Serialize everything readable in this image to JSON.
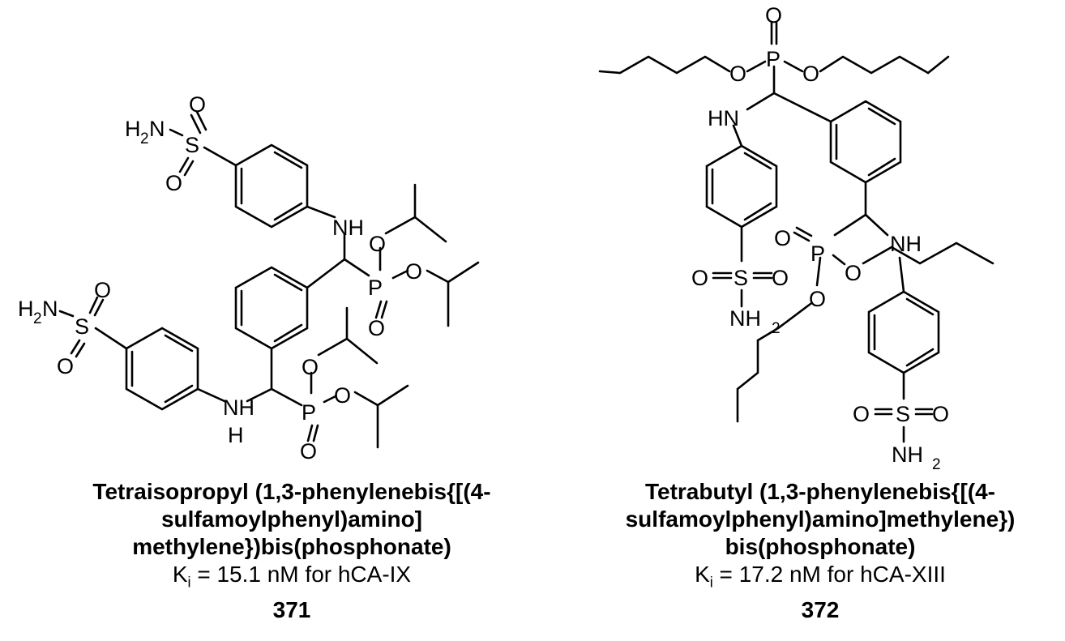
{
  "compounds": [
    {
      "name_lines": [
        "Tetraisopropyl (1,3-phenylenebis{[(4-",
        "sulfamoylphenyl)amino]",
        "methylene})bis(phosphonate)"
      ],
      "ki_prefix": "K",
      "ki_sub": "i",
      "ki_rest": " = 15.1 nM for hCA-IX",
      "number": "371"
    },
    {
      "name_lines": [
        "Tetrabutyl (1,3-phenylenebis{[(4-",
        "sulfamoylphenyl)amino]methylene})",
        "bis(phosphonate)"
      ],
      "ki_prefix": "K",
      "ki_sub": "i",
      "ki_rest": " = 17.2 nM for hCA-XIII",
      "number": "372"
    }
  ],
  "atom_labels": {
    "H": "H",
    "N": "N",
    "S": "S",
    "O": "O",
    "P": "P",
    "NH": "NH",
    "HN": "HN",
    "two": "2"
  }
}
